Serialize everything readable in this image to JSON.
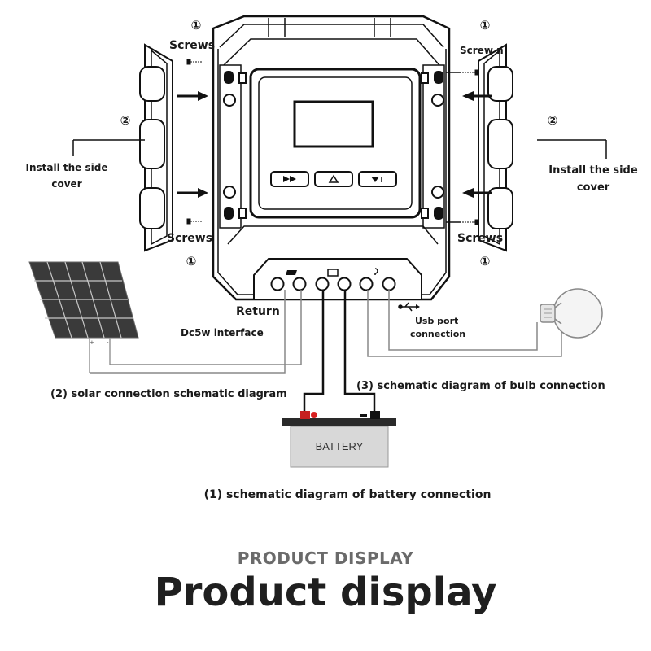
{
  "labels": {
    "num_tl": "①",
    "num_tr": "①",
    "num_bl": "①",
    "num_br": "①",
    "num_side_l": "②",
    "num_side_r": "②",
    "screws_tl": "Screws",
    "screw_n_tr": "Screw n",
    "screws_bl": "Screws",
    "screws_br": "Screws",
    "side_cover_left_1": "Install the side",
    "side_cover_left_2": "cover",
    "side_cover_right_1": "Install the side",
    "side_cover_right_2": "cover",
    "return": "Return",
    "dc5w": "Dc5w interface",
    "usb_1": "Usb port",
    "usb_2": "connection",
    "solar_caption": "(2) solar connection schematic diagram",
    "bulb_caption": "(3) schematic diagram of bulb connection",
    "battery_label": "BATTERY",
    "battery_caption": "(1) schematic diagram of battery connection"
  },
  "footer": {
    "subtitle": "PRODUCT DISPLAY",
    "title": "Product display"
  }
}
